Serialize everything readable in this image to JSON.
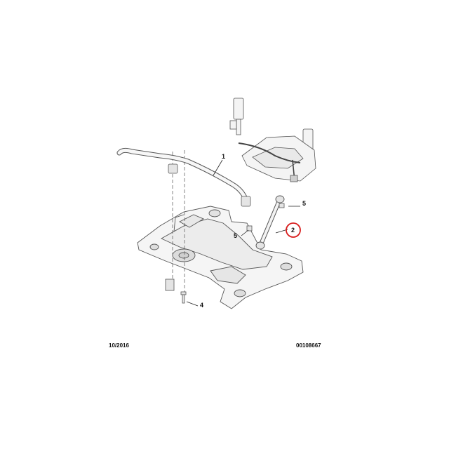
{
  "callouts": {
    "c1": "1",
    "c2": "2",
    "c4": "4",
    "c5a": "5",
    "c5b": "5"
  },
  "highlighted_callout": "2",
  "highlight_color": "#d81c1c",
  "footer": {
    "date": "10/2016",
    "reference": "00108667"
  }
}
